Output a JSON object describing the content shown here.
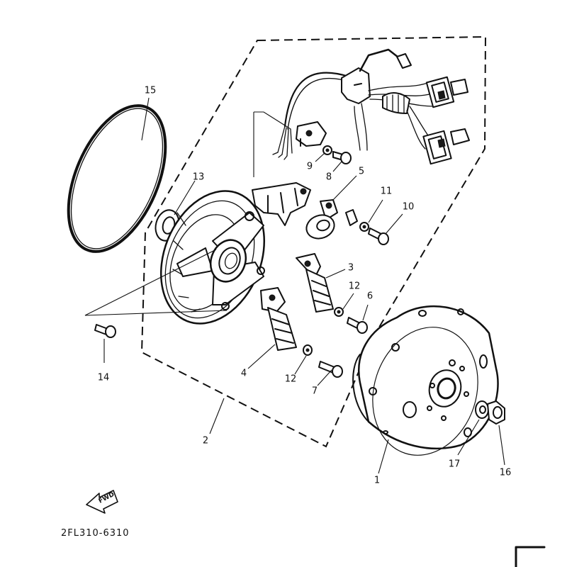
{
  "diagram": {
    "part_code": "2FL310-6310",
    "direction_label": "FWD",
    "callouts": [
      {
        "id": "c1",
        "label": "1"
      },
      {
        "id": "c2",
        "label": "2"
      },
      {
        "id": "c3",
        "label": "3"
      },
      {
        "id": "c4",
        "label": "4"
      },
      {
        "id": "c5",
        "label": "5"
      },
      {
        "id": "c6",
        "label": "6"
      },
      {
        "id": "c7",
        "label": "7"
      },
      {
        "id": "c8",
        "label": "8"
      },
      {
        "id": "c9",
        "label": "9"
      },
      {
        "id": "c10",
        "label": "10"
      },
      {
        "id": "c11",
        "label": "11"
      },
      {
        "id": "c12a",
        "label": "12"
      },
      {
        "id": "c12b",
        "label": "12"
      },
      {
        "id": "c13",
        "label": "13"
      },
      {
        "id": "c14",
        "label": "14"
      },
      {
        "id": "c15",
        "label": "15"
      },
      {
        "id": "c16",
        "label": "16"
      },
      {
        "id": "c17",
        "label": "17"
      }
    ]
  }
}
